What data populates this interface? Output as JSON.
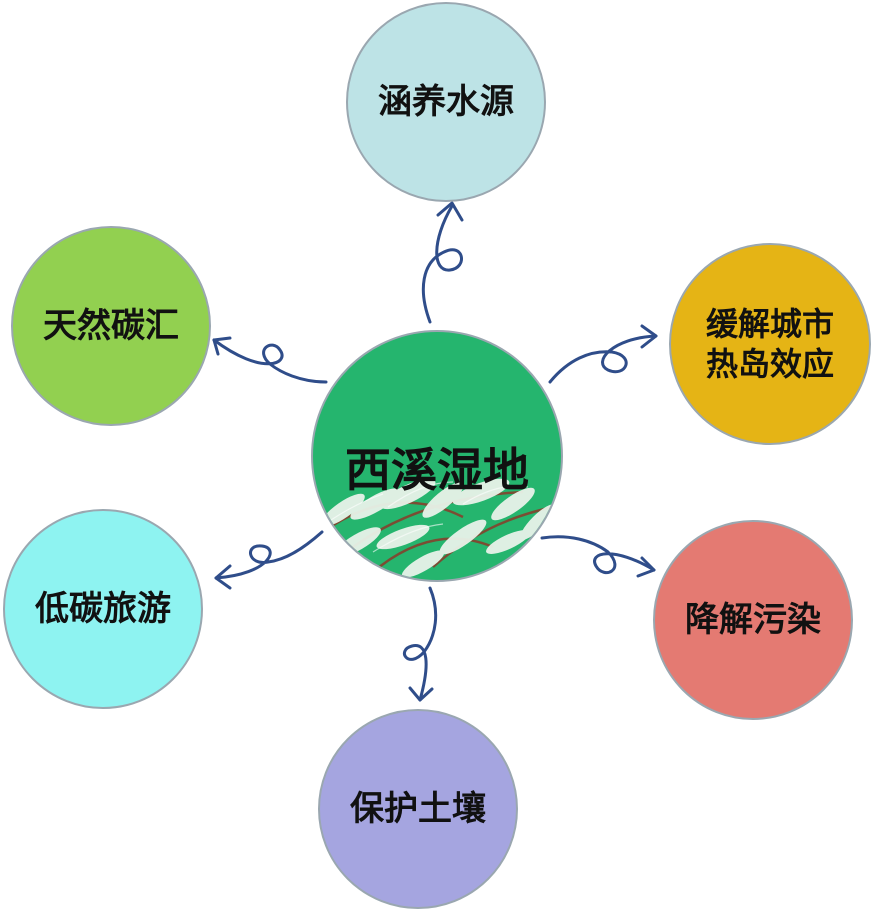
{
  "center": {
    "label": "西溪湿地",
    "color": "#25b56e"
  },
  "nodes": [
    {
      "id": "top",
      "label": "涵养水源",
      "color": "#bde3e6"
    },
    {
      "id": "top-right",
      "label": "缓解城市\n热岛效应",
      "color": "#e5b415"
    },
    {
      "id": "bottom-right",
      "label": "降解污染",
      "color": "#e47a72"
    },
    {
      "id": "bottom",
      "label": "保护土壤",
      "color": "#a5a5e0"
    },
    {
      "id": "bottom-left",
      "label": "低碳旅游",
      "color": "#8ef3f1"
    },
    {
      "id": "top-left",
      "label": "天然碳汇",
      "color": "#92d050"
    }
  ],
  "connector_color": "#2f4d8a"
}
